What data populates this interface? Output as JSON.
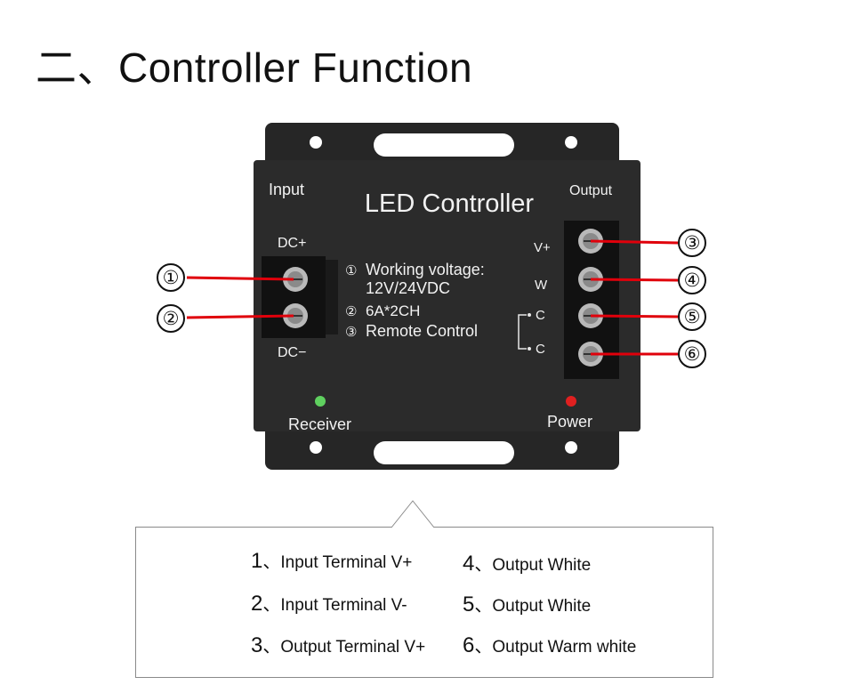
{
  "heading": {
    "prefix": "二、",
    "title": "Controller Function"
  },
  "device": {
    "name": "LED Controller",
    "input_label": "Input",
    "output_label": "Output",
    "dc_plus": "DC+",
    "dc_minus": "DC−",
    "terminals": [
      "V+",
      "W",
      "C",
      "C"
    ],
    "specs": [
      {
        "symbol": "①",
        "line1": "Working voltage:",
        "line2": "12V/24VDC"
      },
      {
        "symbol": "②",
        "line1": "6A*2CH",
        "line2": ""
      },
      {
        "symbol": "③",
        "line1": "Remote Control",
        "line2": ""
      }
    ],
    "receiver_label": "Receiver",
    "power_label": "Power",
    "colors": {
      "body": "#2b2b2b",
      "callout_line": "#e0000b",
      "receiver_led": "#5fd05f",
      "power_led": "#e02020"
    }
  },
  "callouts": {
    "left": [
      "①",
      "②"
    ],
    "right": [
      "③",
      "④",
      "⑤",
      "⑥"
    ]
  },
  "legend": {
    "items": [
      {
        "num": "1",
        "sep": "、",
        "text": "Input Terminal V+"
      },
      {
        "num": "4",
        "sep": "、",
        "text": "Output White"
      },
      {
        "num": "2",
        "sep": "、",
        "text": "Input Terminal V-"
      },
      {
        "num": "5",
        "sep": "、",
        "text": "Output White"
      },
      {
        "num": "3",
        "sep": "、",
        "text": "Output Terminal V+"
      },
      {
        "num": "6",
        "sep": "、",
        "text": "Output Warm white"
      }
    ]
  }
}
